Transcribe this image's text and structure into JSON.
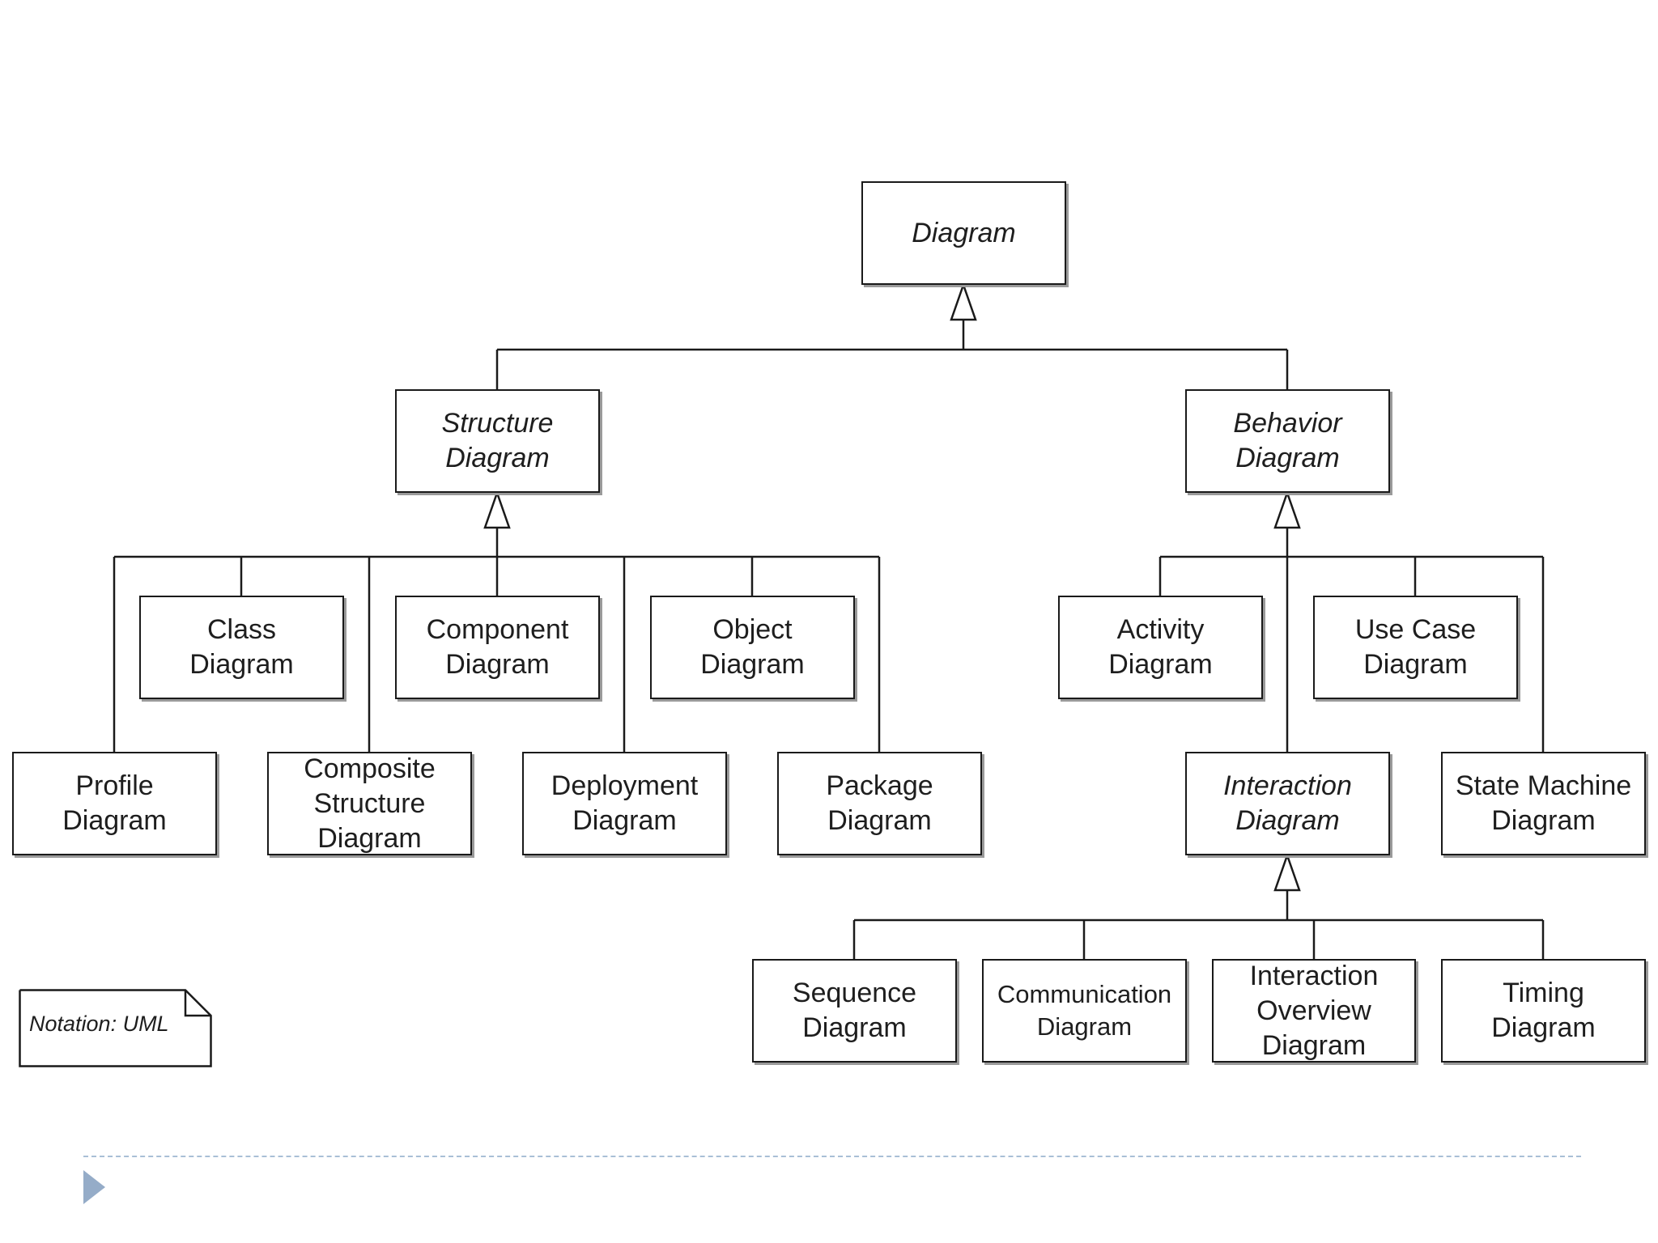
{
  "diagram": {
    "root": {
      "lines": [
        "Diagram"
      ]
    },
    "structure_group": {
      "parent": {
        "lines": [
          "Structure",
          "Diagram"
        ]
      },
      "children": [
        {
          "lines": [
            "Class",
            "Diagram"
          ]
        },
        {
          "lines": [
            "Component",
            "Diagram"
          ]
        },
        {
          "lines": [
            "Object",
            "Diagram"
          ]
        },
        {
          "lines": [
            "Profile",
            "Diagram"
          ]
        },
        {
          "lines": [
            "Composite",
            "Structure",
            "Diagram"
          ]
        },
        {
          "lines": [
            "Deployment",
            "Diagram"
          ]
        },
        {
          "lines": [
            "Package",
            "Diagram"
          ]
        }
      ]
    },
    "behavior_group": {
      "parent": {
        "lines": [
          "Behavior",
          "Diagram"
        ]
      },
      "children": [
        {
          "lines": [
            "Activity",
            "Diagram"
          ]
        },
        {
          "lines": [
            "Use Case",
            "Diagram"
          ]
        },
        {
          "lines": [
            "State Machine",
            "Diagram"
          ]
        }
      ]
    },
    "interaction_group": {
      "parent": {
        "lines": [
          "Interaction",
          "Diagram"
        ]
      },
      "children": [
        {
          "lines": [
            "Sequence",
            "Diagram"
          ]
        },
        {
          "lines": [
            "Communication",
            "Diagram"
          ]
        },
        {
          "lines": [
            "Interaction",
            "Overview",
            "Diagram"
          ]
        },
        {
          "lines": [
            "Timing",
            "Diagram"
          ]
        }
      ]
    },
    "note": "Notation: UML"
  }
}
